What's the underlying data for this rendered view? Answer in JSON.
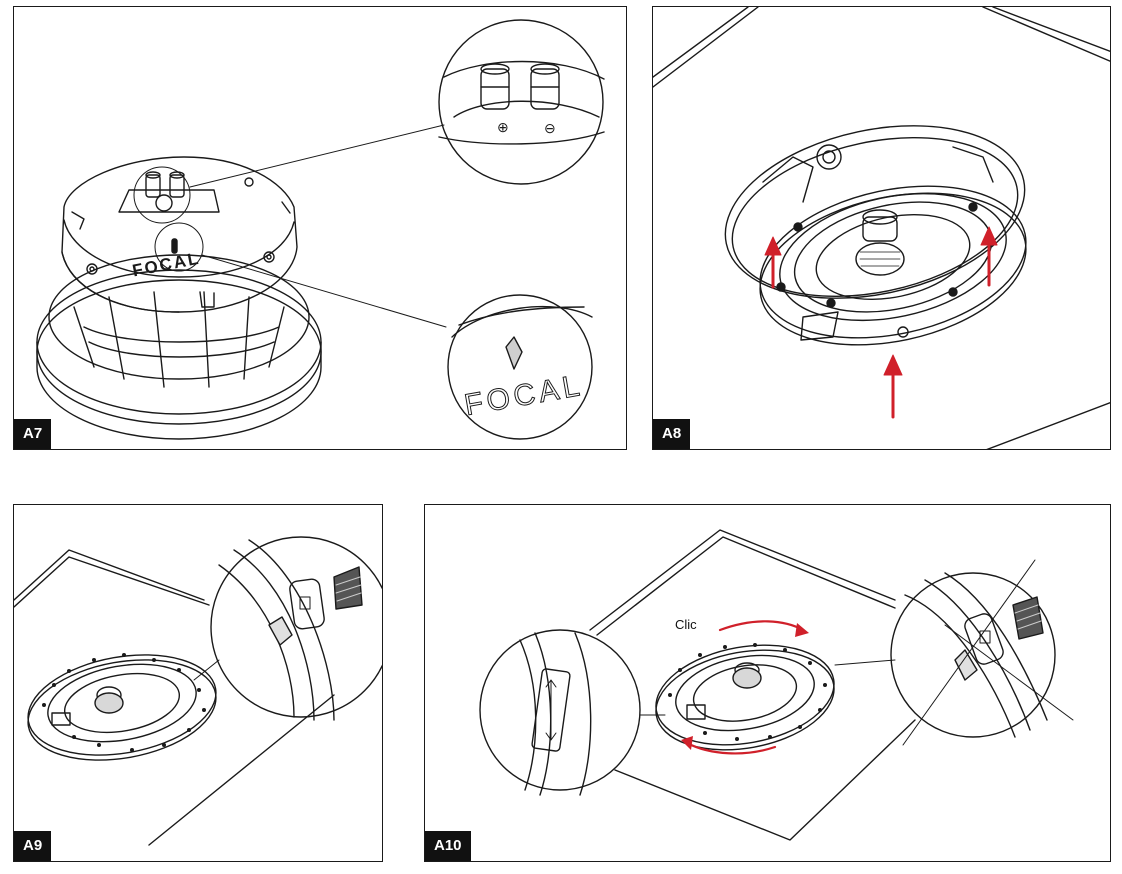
{
  "panels": {
    "a7": {
      "label": "A7"
    },
    "a8": {
      "label": "A8"
    },
    "a9": {
      "label": "A9"
    },
    "a10": {
      "label": "A10",
      "clic_label": "Clic"
    }
  },
  "brand": {
    "logo_text": "FOCAL",
    "zoom_logo_text": "FOCAL"
  },
  "terminals": {
    "plus_symbol": "⊕",
    "minus_symbol": "⊖"
  },
  "colors": {
    "arrow": "#d0202a",
    "line": "#1a1a1a",
    "badge_bg": "#111111",
    "badge_text": "#ffffff"
  }
}
